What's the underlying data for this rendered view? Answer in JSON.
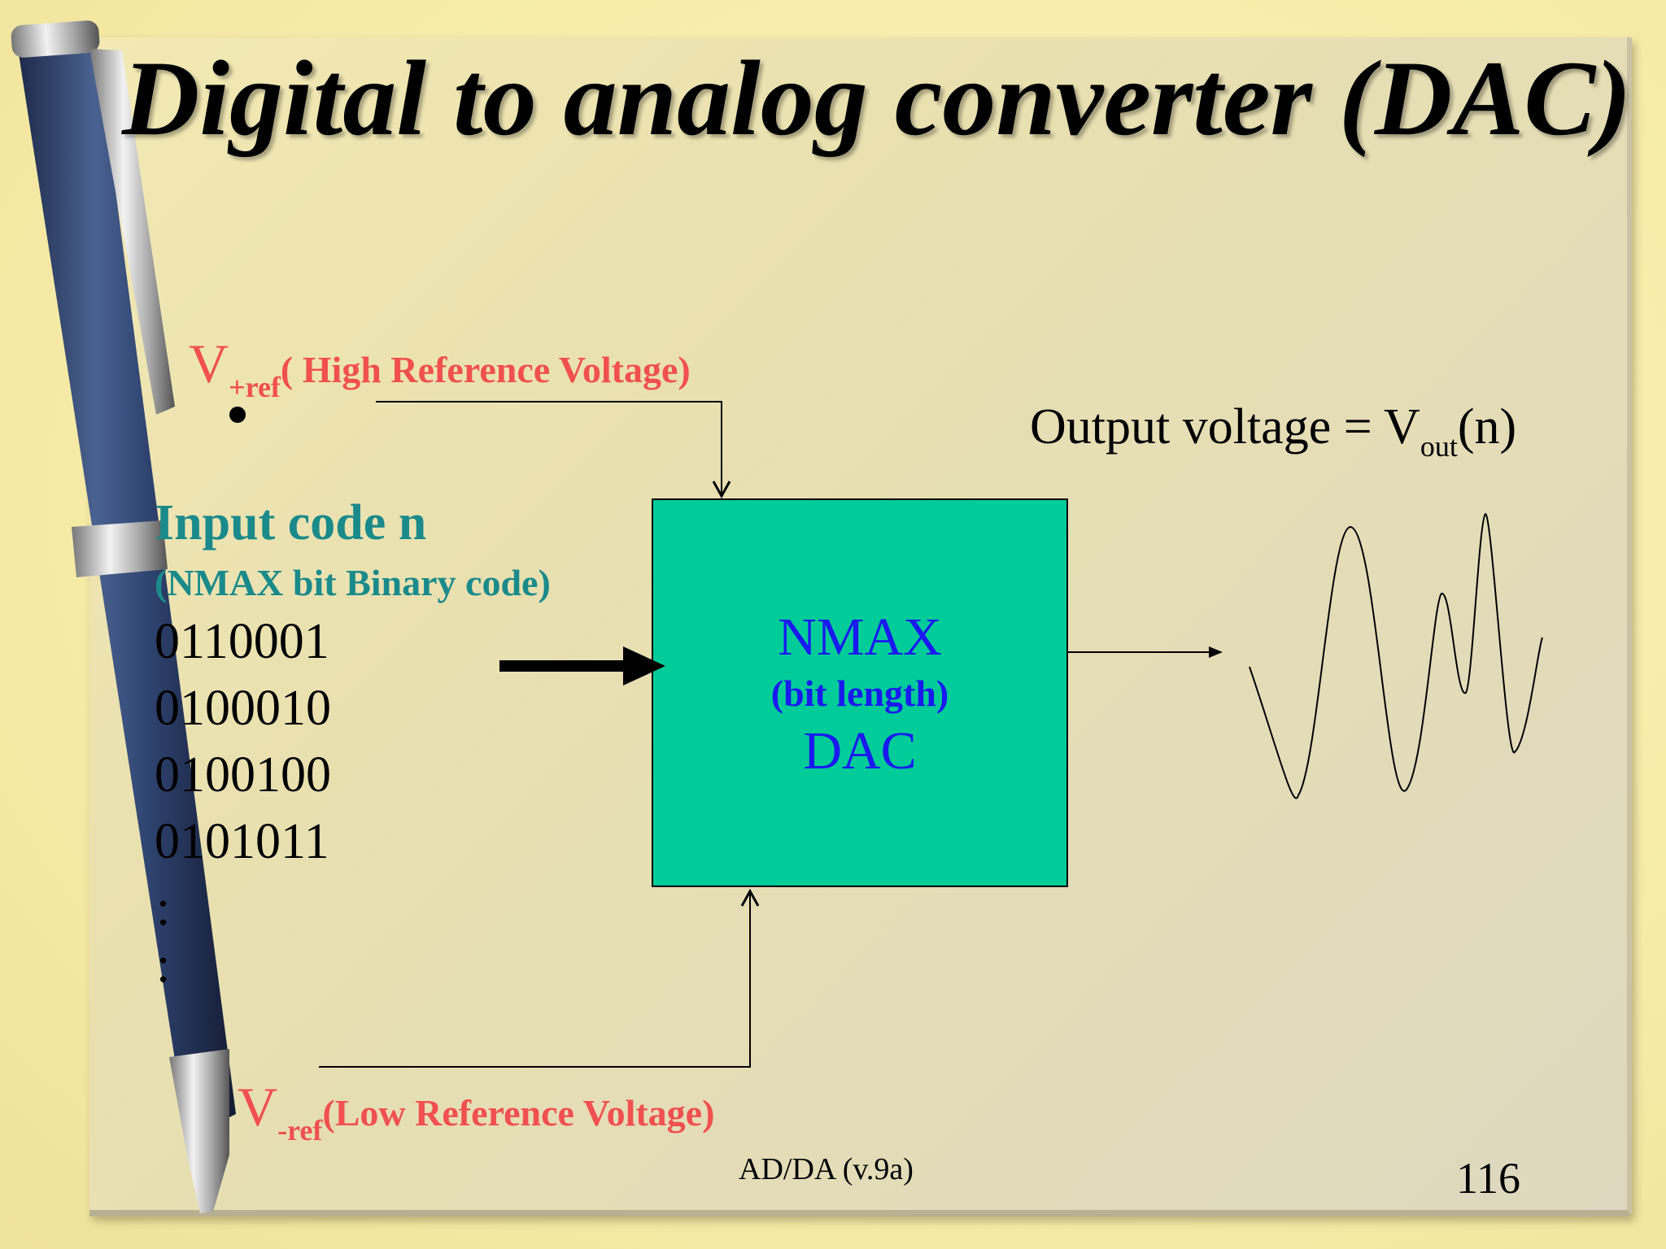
{
  "slide": {
    "title": "Digital to analog converter (DAC)",
    "vref_high": {
      "symbol": "V",
      "subscript": "+ref",
      "label": "( High Reference Voltage)"
    },
    "vref_low": {
      "symbol": "V",
      "subscript": "-ref",
      "label": "(Low Reference Voltage)"
    },
    "input": {
      "title": "Input code n",
      "subtitle": "(NMAX bit Binary code)",
      "codes": [
        "0110001",
        "0100010",
        "0100100",
        "0101011"
      ],
      "ellipsis": [
        ":",
        ":"
      ]
    },
    "dac_block": {
      "line1": "NMAX",
      "line2": "(bit length)",
      "line3": "DAC"
    },
    "output": {
      "prefix": "Output voltage = V",
      "subscript": "out",
      "suffix": "(n)"
    },
    "footer": "AD/DA (v.9a)",
    "page_number": "116"
  },
  "colors": {
    "dac_fill": "#00cc99",
    "reference_text": "#f05050",
    "input_text": "#1b8a8a",
    "dac_text": "#1a1aee"
  }
}
